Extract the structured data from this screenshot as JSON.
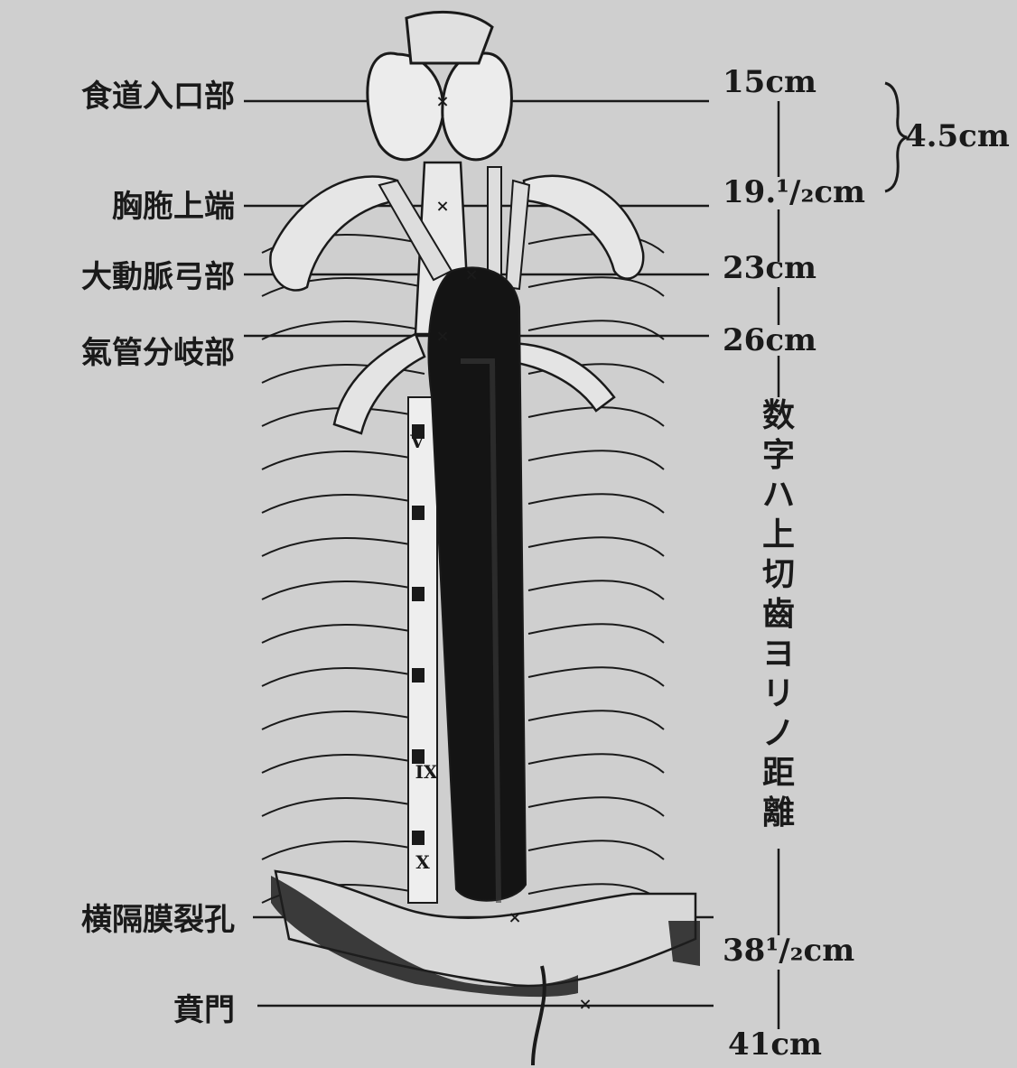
{
  "labels_left": [
    {
      "id": "esophagus-entrance",
      "text": "食道入口部"
    },
    {
      "id": "sternum-upper",
      "text": "胸胣上端"
    },
    {
      "id": "aortic-arch",
      "text": "大動脈弓部"
    },
    {
      "id": "tracheal-bifurcation",
      "text": "氣管分岐部"
    },
    {
      "id": "diaphragm-hiatus",
      "text": "横隔膜裂孔"
    },
    {
      "id": "cardia",
      "text": "賁門"
    }
  ],
  "distances_right": [
    {
      "id": "d-entrance",
      "text": "15cm"
    },
    {
      "id": "d-sternum",
      "text": "19.¹/₂cm"
    },
    {
      "id": "d-aortic",
      "text": "23cm"
    },
    {
      "id": "d-bifurcation",
      "text": "26cm"
    },
    {
      "id": "d-hiatus",
      "text": "38¹/₂cm"
    },
    {
      "id": "d-cardia",
      "text": "41cm"
    }
  ],
  "span_label": "4.5cm",
  "vertical_note": "数字ハ上切齒ヨリノ距離",
  "vertebra_marks": [
    "V",
    "IX",
    "X"
  ],
  "colors": {
    "paper": "#cfcfcf",
    "ink": "#1a1a1a",
    "aorta": "#141414",
    "trachea": "#e9e9e9"
  }
}
